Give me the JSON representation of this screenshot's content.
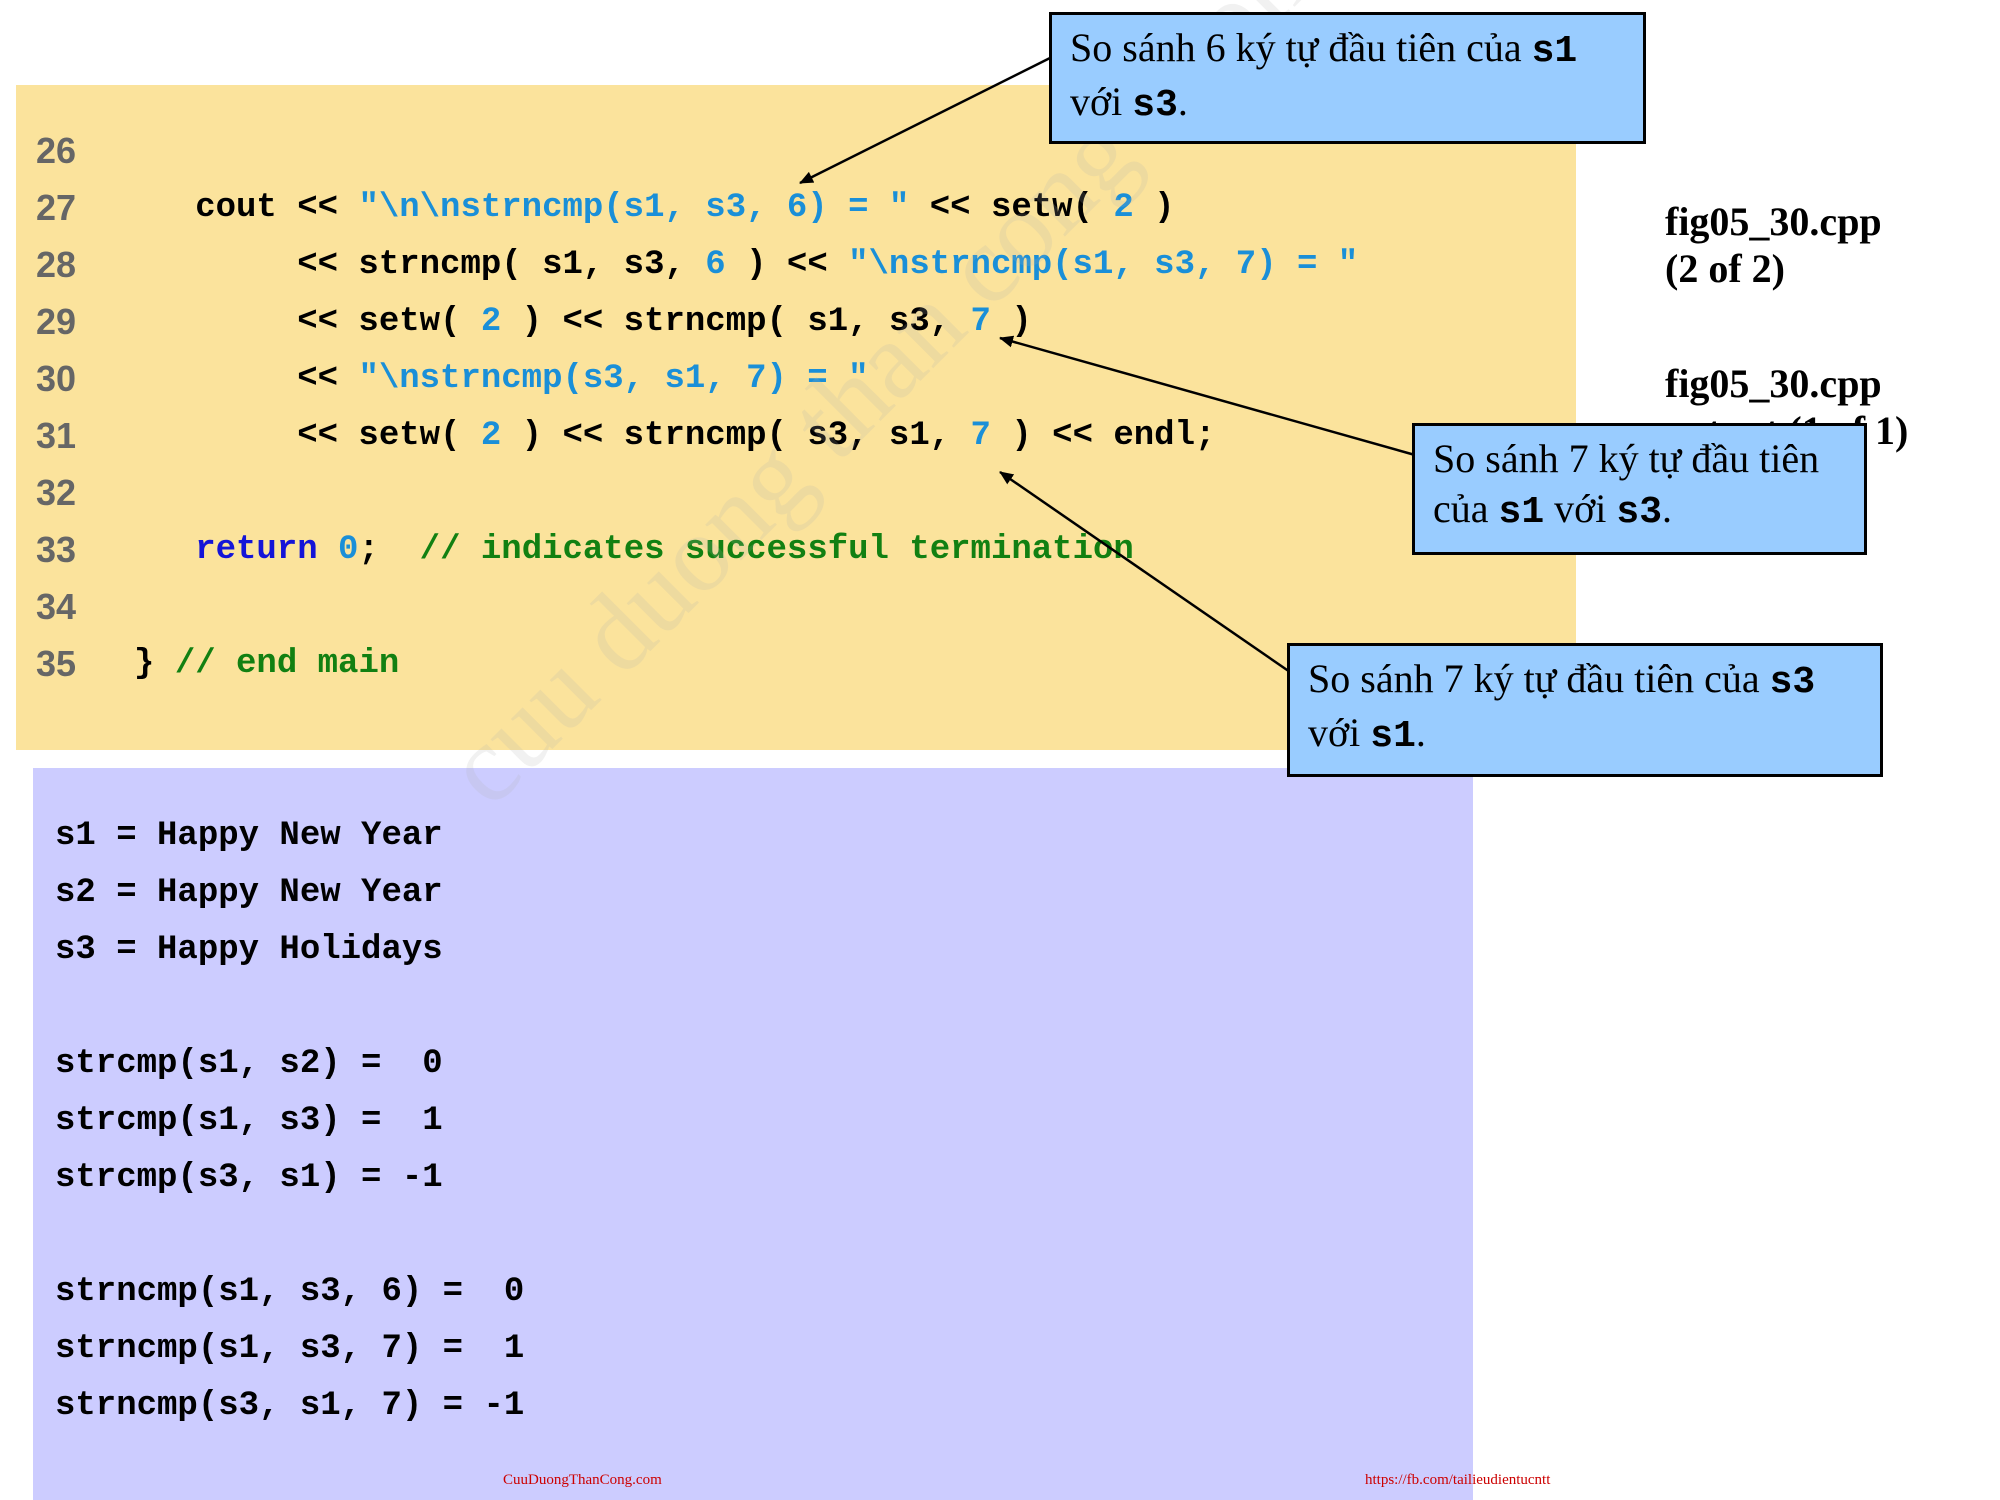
{
  "code": {
    "lines": [
      {
        "num": "26",
        "parts": []
      },
      {
        "num": "27",
        "parts": [
          [
            "",
            "   cout << "
          ],
          [
            "tok-str",
            "\"\\n\\nstrncmp(s1, s3, 6) = \""
          ],
          [
            "",
            " << setw( "
          ],
          [
            "tok-num",
            "2"
          ],
          [
            "",
            " )"
          ]
        ]
      },
      {
        "num": "28",
        "parts": [
          [
            "",
            "        << strncmp( s1, s3, "
          ],
          [
            "tok-num",
            "6"
          ],
          [
            "",
            " ) << "
          ],
          [
            "tok-str",
            "\"\\nstrncmp(s1, s3, 7) = \""
          ]
        ]
      },
      {
        "num": "29",
        "parts": [
          [
            "",
            "        << setw( "
          ],
          [
            "tok-num",
            "2"
          ],
          [
            "",
            " ) << strncmp( s1, s3, "
          ],
          [
            "tok-num",
            "7"
          ],
          [
            "",
            " )"
          ]
        ]
      },
      {
        "num": "30",
        "parts": [
          [
            "",
            "        << "
          ],
          [
            "tok-str",
            "\"\\nstrncmp(s3, s1, 7) = \""
          ]
        ]
      },
      {
        "num": "31",
        "parts": [
          [
            "",
            "        << setw( "
          ],
          [
            "tok-num",
            "2"
          ],
          [
            "",
            " ) << strncmp( s3, s1, "
          ],
          [
            "tok-num",
            "7"
          ],
          [
            "",
            " ) << endl;"
          ]
        ]
      },
      {
        "num": "32",
        "parts": []
      },
      {
        "num": "33",
        "parts": [
          [
            "tok-kw",
            "   return"
          ],
          [
            "",
            " "
          ],
          [
            "tok-num",
            "0"
          ],
          [
            "",
            ";  "
          ],
          [
            "tok-cmt",
            "// indicates successful termination"
          ]
        ]
      },
      {
        "num": "34",
        "parts": []
      },
      {
        "num": "35",
        "parts": [
          [
            "",
            "} "
          ],
          [
            "tok-cmt",
            "// end main"
          ]
        ]
      }
    ]
  },
  "output": {
    "lines": [
      "s1 = Happy New Year",
      "s2 = Happy New Year",
      "s3 = Happy Holidays",
      "",
      "strcmp(s1, s2) =  0",
      "strcmp(s1, s3) =  1",
      "strcmp(s3, s1) = -1",
      "",
      "strncmp(s1, s3, 6) =  0",
      "strncmp(s1, s3, 7) =  1",
      "strncmp(s3, s1, 7) = -1"
    ]
  },
  "side": {
    "title1_line1": "fig05_30.cpp",
    "title1_line2": "(2 of 2)",
    "title2_line1": "fig05_30.cpp",
    "title2_line2": "output (1 of 1)"
  },
  "callouts": {
    "c1": {
      "pre": "So sánh 6 ký tự đầu tiên của ",
      "a": "s1",
      "mid": " với ",
      "b": "s3",
      "post": "."
    },
    "c2": {
      "pre": "So sánh 7 ký tự đầu tiên của ",
      "a": "s1",
      "mid": " với ",
      "b": "s3",
      "post": "."
    },
    "c3": {
      "pre": "So sánh 7 ký tự đầu tiên của ",
      "a": "s3",
      "mid": " với ",
      "b": "s1",
      "post": "."
    }
  },
  "watermark": "cuu duong than cong . com",
  "footer": {
    "left": "CuuDuongThanCong.com",
    "right": "https://fb.com/tailieudientucntt"
  },
  "colors": {
    "code_bg": "#fbe39c",
    "output_bg": "#ccccff",
    "callout_bg": "#99ccff",
    "string": "#1a8fd8",
    "keyword": "#1414d8",
    "comment": "#128012"
  }
}
